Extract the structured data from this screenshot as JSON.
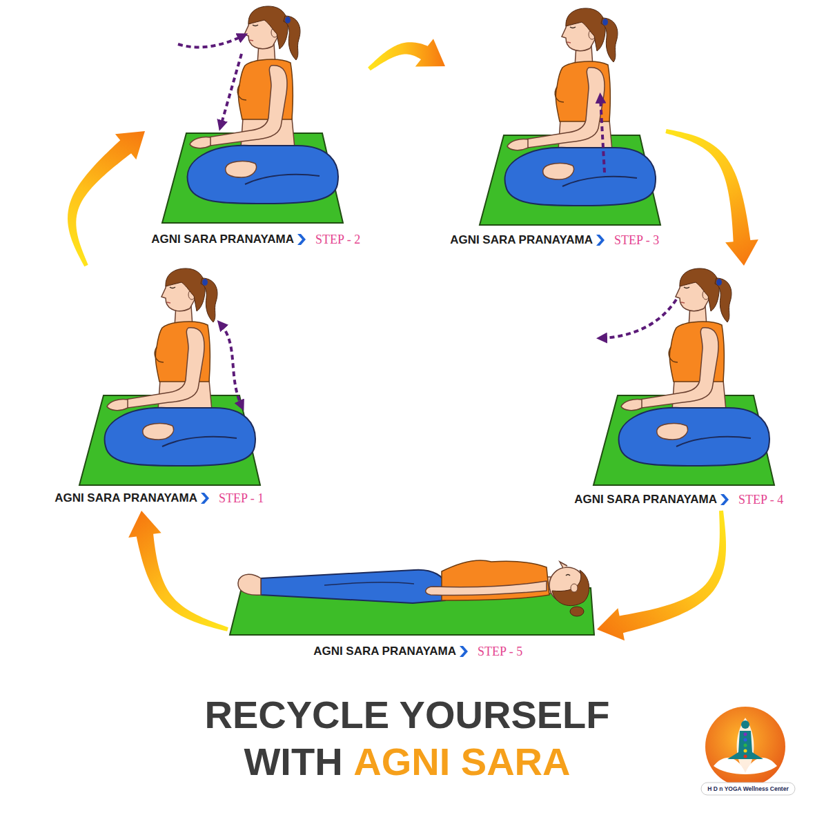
{
  "diagram": {
    "title": "RECYCLE YOURSELF WITH",
    "nodes": [
      {
        "text": [
          "AGNI SARA PRANAYAMA",
          "STEP - 1"
        ]
      },
      {
        "text": [
          "AGNI SARA PRANAYAMA",
          "STEP - 2"
        ]
      },
      {
        "text": [
          "AGNI SARA PRANAYAMA",
          "STEP - 3"
        ]
      },
      {
        "text": [
          "AGNI SARA PRANAYAMA",
          "STEP - 4"
        ]
      },
      {
        "text": [
          "AGNI SARA PRANAYAMA",
          "STEP - 5"
        ]
      }
    ],
    "edges": [
      {
        "from": 0,
        "to": 1,
        "arrow": "to"
      },
      {
        "from": 1,
        "to": 2,
        "arrow": "to"
      },
      {
        "from": 2,
        "to": 3,
        "arrow": "to"
      },
      {
        "from": 3,
        "to": 4,
        "arrow": "to"
      },
      {
        "from": 4,
        "to": 0,
        "arrow": "to"
      }
    ],
    "labels": [
      "AGNI SARA",
      "H D n YOGA Wellness Center"
    ]
  }
}
